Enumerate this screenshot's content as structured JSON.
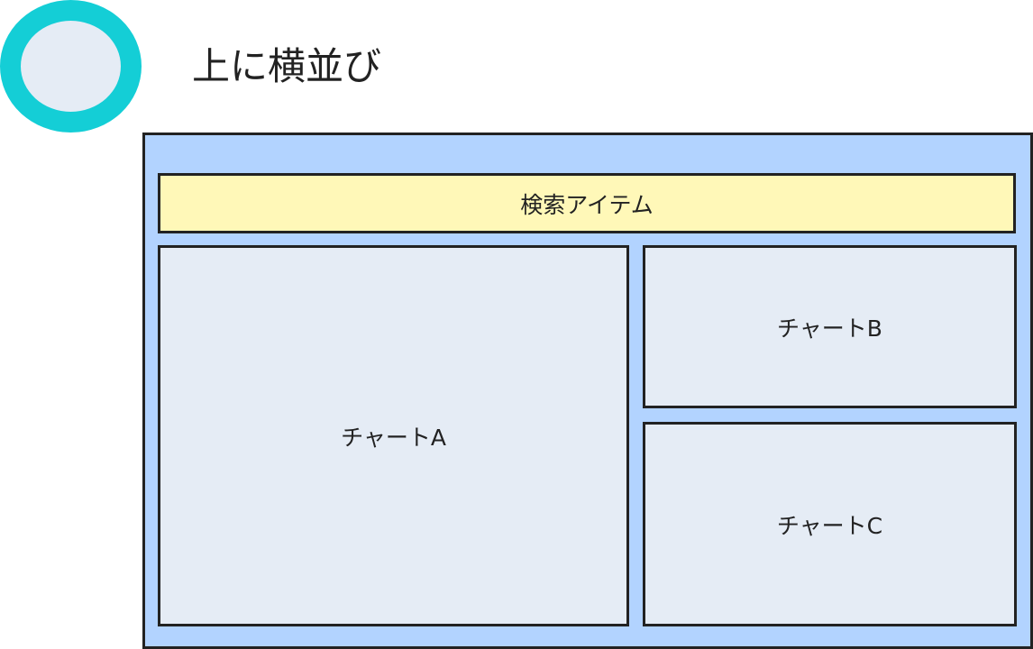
{
  "title": "上に横並び",
  "layout": {
    "search_item": "検索アイテム",
    "chart_a": "チャートA",
    "chart_b": "チャートB",
    "chart_c": "チャートC"
  },
  "colors": {
    "circle_ring": "#14ced6",
    "circle_fill": "#e5ecf5",
    "frame_fill": "#b2d3ff",
    "search_fill": "#fff8b8",
    "chart_fill": "#e5ecf5"
  }
}
